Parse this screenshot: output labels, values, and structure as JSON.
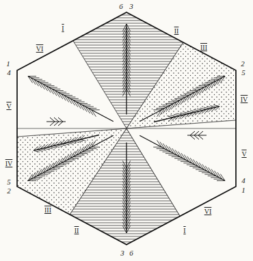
{
  "diagram": {
    "labels": [
      "6",
      "3",
      "I",
      "II",
      "VI",
      "III",
      "1",
      "4",
      "2",
      "5",
      "V",
      "IV",
      "IV",
      "V",
      "5",
      "2",
      "4",
      "1",
      "VI",
      "III",
      "II",
      "I",
      "3",
      "6"
    ]
  }
}
